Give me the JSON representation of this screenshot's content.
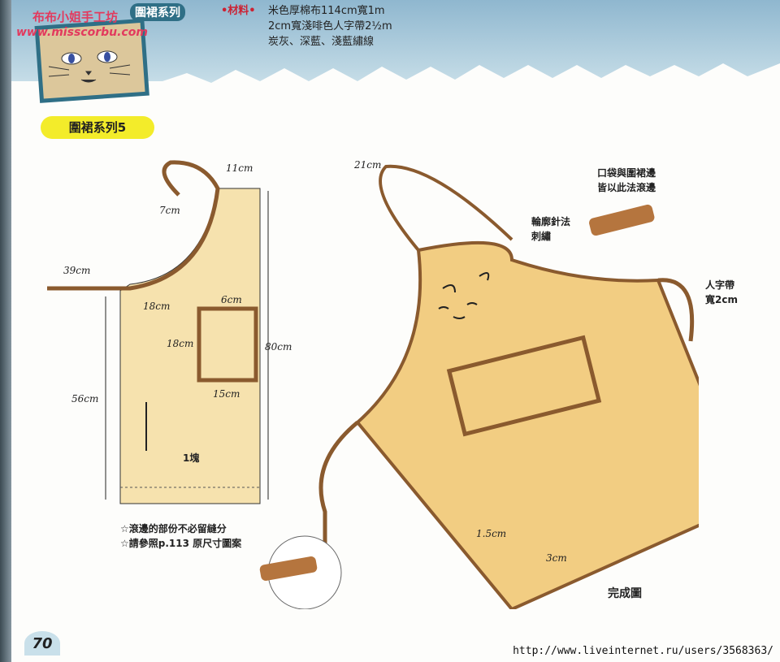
{
  "header": {
    "brand_name": "布布小姐手工坊",
    "brand_url": "www.misscorbu.com",
    "series_badge": "圍裙系列",
    "materials_label": "•材料•",
    "materials": [
      "米色厚棉布114cm寬1m",
      "2cm寬淺啡色人字帶2½m",
      "炭灰、深藍、淺藍繡線"
    ]
  },
  "section_title": "圍裙系列5",
  "pattern": {
    "labels": {
      "strap": "11cm",
      "neck": "7cm",
      "tie": "39cm",
      "pocket_top": "6cm",
      "pocket_left": "18cm",
      "pocket_height": "18cm",
      "total_height": "80cm",
      "pocket_width": "15cm",
      "lower_height": "56cm",
      "piece_count": "1塊"
    },
    "notes": [
      "☆滾邊的部份不必留縫分",
      "☆請參照p.113 原尺寸圖案"
    ]
  },
  "finished": {
    "neck_strap": "21cm",
    "embroidery_note": [
      "輪廓針法",
      "刺繡"
    ],
    "binding_note": [
      "口袋與圍裙邊",
      "皆以此法滾邊"
    ],
    "tape_note": [
      "人字帶",
      "寬2cm"
    ],
    "hem_fold": "1.5cm",
    "hem": "3cm",
    "caption": "完成圖"
  },
  "footer": {
    "page_number": "70",
    "source_url": "http://www.liveinternet.ru/users/3568363/"
  },
  "colors": {
    "fabric": "#f3d79a",
    "binding": "#8a5a2e",
    "header": "#8fb7cf",
    "badge": "#f3ec2a"
  }
}
